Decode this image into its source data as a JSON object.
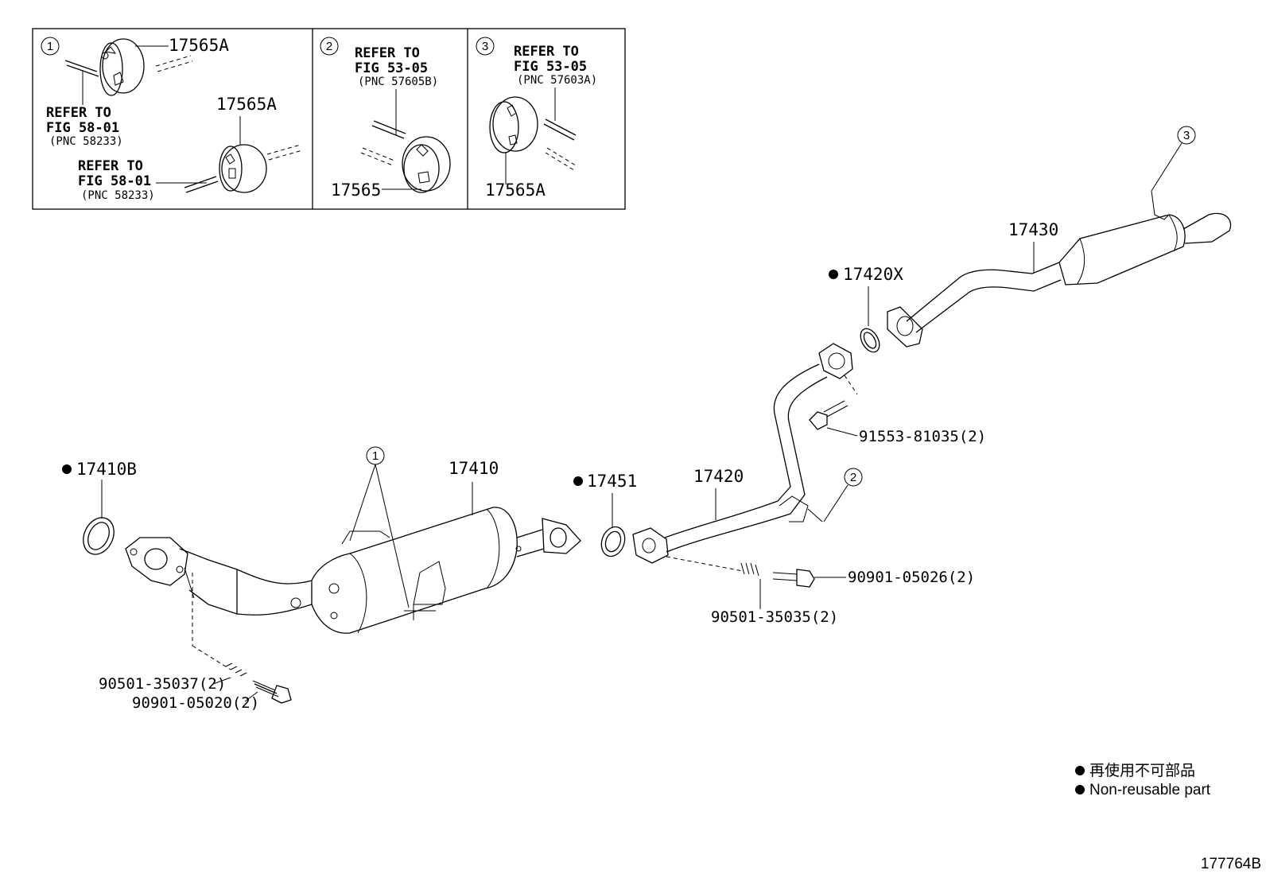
{
  "insets": {
    "one": {
      "number": "1",
      "part_a": "17565A",
      "part_b": "17565A",
      "ref1": {
        "line1": "REFER TO",
        "line2": "FIG 58-01",
        "pnc": "(PNC 58233)"
      },
      "ref2": {
        "line1": "REFER TO",
        "line2": "FIG 58-01",
        "pnc": "(PNC 58233)"
      }
    },
    "two": {
      "number": "2",
      "ref": {
        "line1": "REFER TO",
        "line2": "FIG 53-05",
        "pnc": "(PNC 57605B)"
      },
      "part": "17565"
    },
    "three": {
      "number": "3",
      "ref": {
        "line1": "REFER TO",
        "line2": "FIG 53-05",
        "pnc": "(PNC 57603A)"
      },
      "part": "17565A"
    }
  },
  "callouts": {
    "c1": "1",
    "c2": "2",
    "c3": "3"
  },
  "parts": {
    "p17410B": "17410B",
    "p17410": "17410",
    "p17451": "17451",
    "p17420": "17420",
    "p17420X": "17420X",
    "p17430": "17430",
    "p91553": "91553-81035(2)",
    "p90901_05026": "90901-05026(2)",
    "p90501_35035": "90501-35035(2)",
    "p90501_35037": "90501-35037(2)",
    "p90901_05020": "90901-05020(2)"
  },
  "legend": {
    "japanese": "再使用不可部品",
    "english": "Non-reusable part"
  },
  "figure_id": "177764B"
}
